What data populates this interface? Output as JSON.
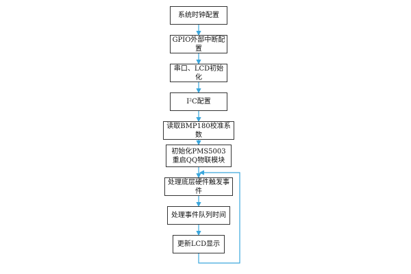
{
  "flowchart": {
    "steps": [
      {
        "label": "系统时钟配置"
      },
      {
        "label": "GPIO外部中断配置"
      },
      {
        "label": "串口、LCD初始化"
      },
      {
        "label": "I²C配置"
      },
      {
        "label": "读取BMP180校准系数"
      },
      {
        "label": "初始化PMS5003\n重启QQ物联模块"
      },
      {
        "label": "处理底层硬件触发事件"
      },
      {
        "label": "处理事件队列时间"
      },
      {
        "label": "更新LCD显示"
      }
    ],
    "arrow_color": "#3aa6dc",
    "box_border_color": "#333333"
  }
}
